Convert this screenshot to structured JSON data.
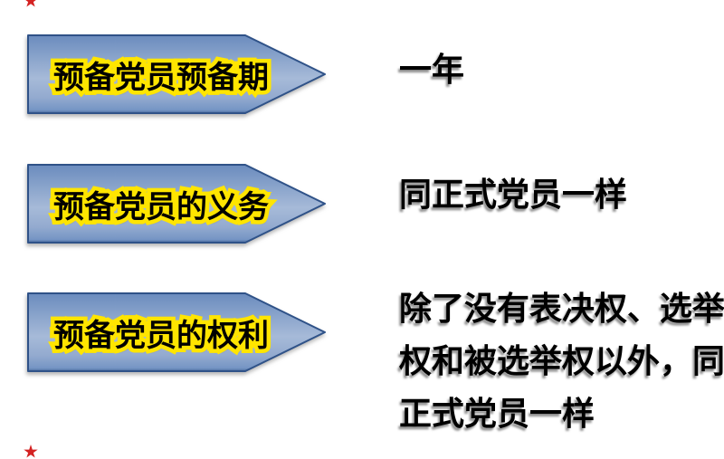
{
  "rows": [
    {
      "arrow_label": "预备党员预备期",
      "value_lines": [
        "一年"
      ]
    },
    {
      "arrow_label": "预备党员的义务",
      "value_lines": [
        "同正式党员一样"
      ]
    },
    {
      "arrow_label": "预备党员的权利",
      "value_lines": [
        "除了没有表决权、选举",
        "权和被选举权以外，同",
        "正式党员一样"
      ]
    }
  ],
  "colors": {
    "arrow_fill_top": "#6B8CBE",
    "arrow_fill_mid": "#A6BAD8",
    "arrow_fill_bottom": "#48699C",
    "arrow_border": "#2F5288",
    "label_outline": "#FFE500",
    "label_text": "#000000",
    "value_text": "#000000",
    "corner_mark": "#D42222"
  },
  "icons": {
    "corner_mark_top": "red-star-fragment",
    "corner_mark_bottom": "red-star-fragment"
  }
}
